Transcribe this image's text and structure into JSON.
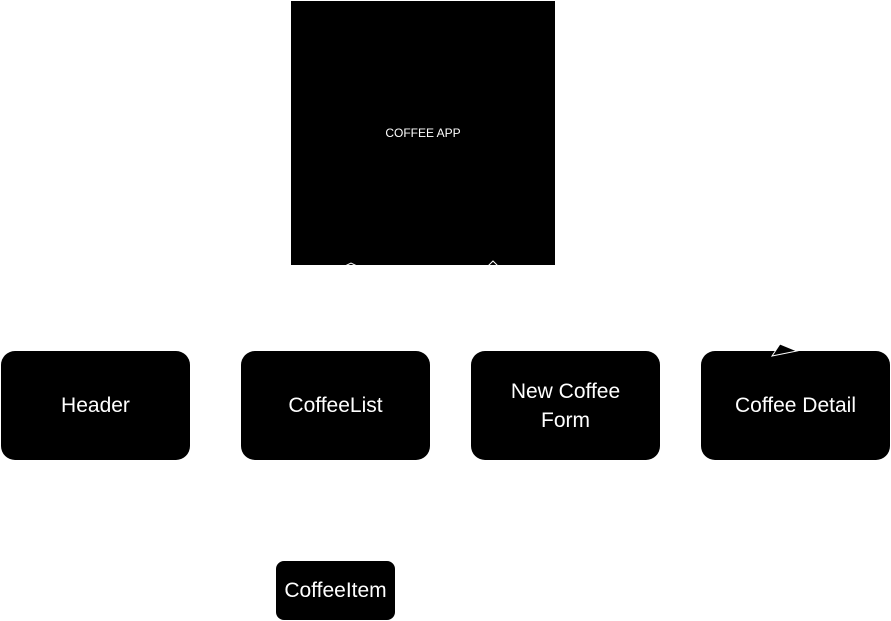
{
  "diagram": {
    "root": {
      "label": "COFFEE APP"
    },
    "children": [
      {
        "key": "header",
        "label": "Header"
      },
      {
        "key": "coffee_list",
        "label": "CoffeeList"
      },
      {
        "key": "new_coffee_form",
        "label": "New Coffee Form"
      },
      {
        "key": "coffee_detail",
        "label": "Coffee Detail"
      }
    ],
    "grandchild": {
      "label": "CoffeeItem"
    }
  }
}
